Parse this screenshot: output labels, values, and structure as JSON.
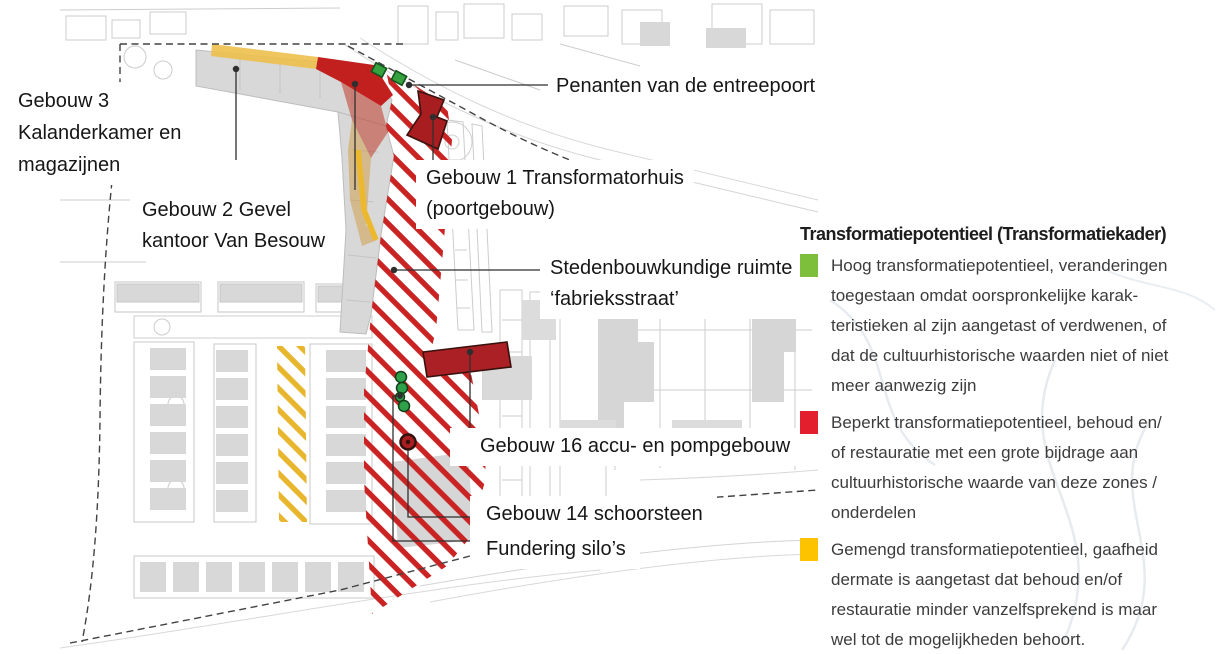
{
  "map": {
    "labels": {
      "gebouw3": {
        "lines": [
          "Gebouw 3",
          "Kalanderkamer en",
          "magazijnen"
        ]
      },
      "gebouw2": {
        "lines": [
          "Gebouw 2 Gevel",
          "kantoor Van Besouw"
        ]
      },
      "penanten": {
        "lines": [
          "Penanten van de entreepoort"
        ]
      },
      "gebouw1": {
        "lines": [
          "Gebouw 1 Transformatorhuis",
          "(poortgebouw)"
        ]
      },
      "stedenbouw": {
        "lines": [
          "Stedenbouwkundige ruimte",
          "‘fabrieksstraat’"
        ]
      },
      "gebouw16": {
        "lines": [
          "Gebouw 16 accu- en pompgebouw"
        ]
      },
      "gebouw14": {
        "lines": [
          "Gebouw 14 schoorsteen"
        ]
      },
      "fundering": {
        "lines": [
          "Fundering silo’s"
        ]
      }
    },
    "markers": {
      "entry_gate_pillars": "green-square-markers",
      "silo_foundations": "green-dot-markers",
      "chimney": "red-ring-marker",
      "transformer_house": "dark-red-arrow-shape",
      "accu_pump_building": "dark-red-rectangle"
    }
  },
  "legend": {
    "title": "Transformatiepotentieel (Transformatiekader)",
    "items": [
      {
        "name": "hoog",
        "color": "#7dbf3b",
        "lines": [
          "Hoog transformatiepotentieel, veranderingen",
          "toegestaan omdat oorspronkelijke karak-",
          "teristieken al zijn aangetast of verdwenen, of",
          "dat de cultuurhistorische waarden niet of niet",
          "meer aanwezig zijn"
        ]
      },
      {
        "name": "beperkt",
        "color": "#e41f2d",
        "lines": [
          "Beperkt transformatiepotentieel, behoud en/",
          "of restauratie met een grote bijdrage aan",
          "cultuurhistorische waarde van deze zones /",
          "onderdelen"
        ]
      },
      {
        "name": "gemengd",
        "color": "#fdc300",
        "lines": [
          "Gemengd transformatiepotentieel, gaafheid",
          "dermate is aangetast dat behoud en/of",
          "restauratie minder vanzelfsprekend is maar",
          "wel tot de mogelijkheden behoort."
        ]
      }
    ]
  },
  "colors": {
    "hatch_red": "#c92323",
    "hatch_yellow": "#e8b62c",
    "band_red": "#c21f1f",
    "band_salmon": "#c03a28",
    "band_tan": "#cf9a3f",
    "dark_red_building": "#a81e20",
    "green_marker": "#2ea14a",
    "building_gray": "#d8d8d8"
  }
}
